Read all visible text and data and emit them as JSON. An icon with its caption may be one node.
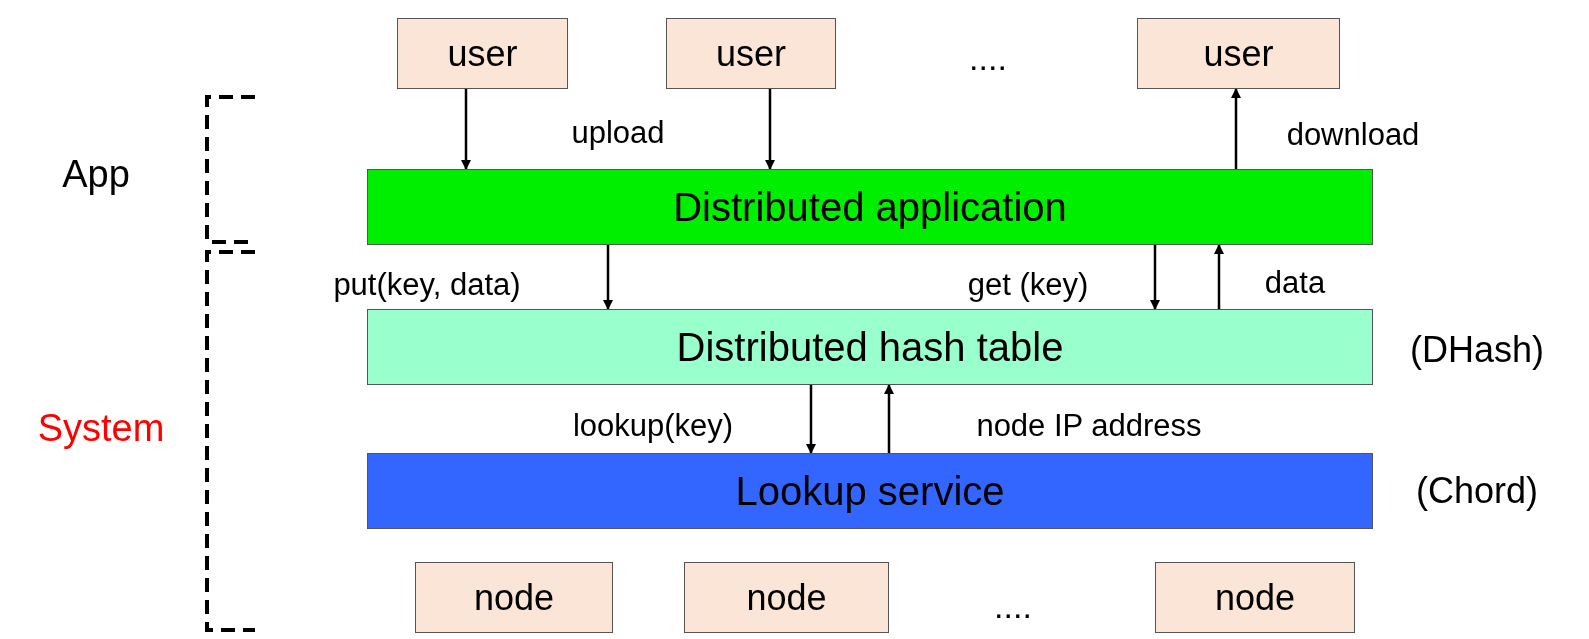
{
  "diagram": {
    "nodes": [
      {
        "text": [
          "user"
        ]
      },
      {
        "text": [
          "user"
        ]
      },
      {
        "text": [
          "user"
        ]
      },
      {
        "text": [
          "Distributed application"
        ]
      },
      {
        "text": [
          "Distributed hash table"
        ],
        "beside": [
          "(DHash)"
        ]
      },
      {
        "text": [
          "Lookup service"
        ],
        "beside": [
          "(Chord)"
        ]
      },
      {
        "text": [
          "node"
        ]
      },
      {
        "text": [
          "node"
        ]
      },
      {
        "text": [
          "node"
        ]
      }
    ],
    "edges": [
      {
        "from": 0,
        "to": 3,
        "arrow": "to",
        "label": "upload"
      },
      {
        "from": 1,
        "to": 3,
        "arrow": "to"
      },
      {
        "from": 3,
        "to": 2,
        "arrow": "to",
        "label": "download"
      },
      {
        "from": 3,
        "to": 4,
        "arrow": "to",
        "label": "put(key, data)"
      },
      {
        "from": 3,
        "to": 4,
        "arrow": "to",
        "label": "get (key)"
      },
      {
        "from": 4,
        "to": 3,
        "arrow": "to",
        "label": "data"
      },
      {
        "from": 4,
        "to": 5,
        "arrow": "to",
        "label": "lookup(key)"
      },
      {
        "from": 5,
        "to": 4,
        "arrow": "to",
        "label": "node IP address"
      }
    ],
    "labels": [
      "....",
      "App",
      "System",
      "...."
    ]
  }
}
